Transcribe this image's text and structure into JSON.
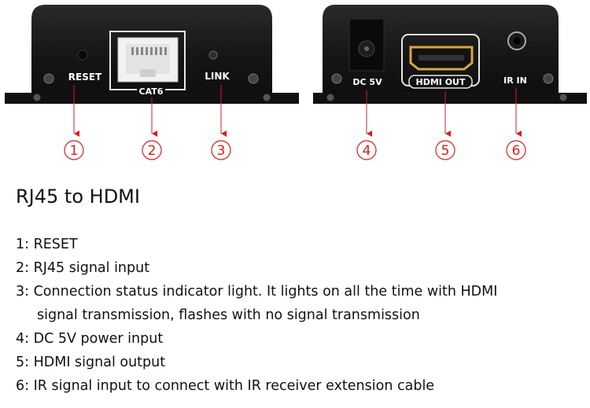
{
  "left_unit": {
    "labels": {
      "reset": "RESET",
      "cat6": "CAT6",
      "link": "LINK"
    }
  },
  "right_unit": {
    "labels": {
      "dc": "DC 5V",
      "hdmi": "HDMI OUT",
      "ir": "IR IN"
    }
  },
  "callouts": [
    "1",
    "2",
    "3",
    "4",
    "5",
    "6"
  ],
  "colors": {
    "callout": "#d32020",
    "panel": "#1b1b1b",
    "label": "#ffffff"
  },
  "heading": "RJ45 to HDMI",
  "descriptions": [
    "1: RESET",
    "2: RJ45 signal input",
    "3: Connection status indicator light. It lights on all the time with HDMI",
    "signal transmission, flashes with no signal transmission",
    "4: DC 5V power input",
    "5: HDMI signal output",
    "6: IR signal input to connect with IR receiver extension cable"
  ]
}
